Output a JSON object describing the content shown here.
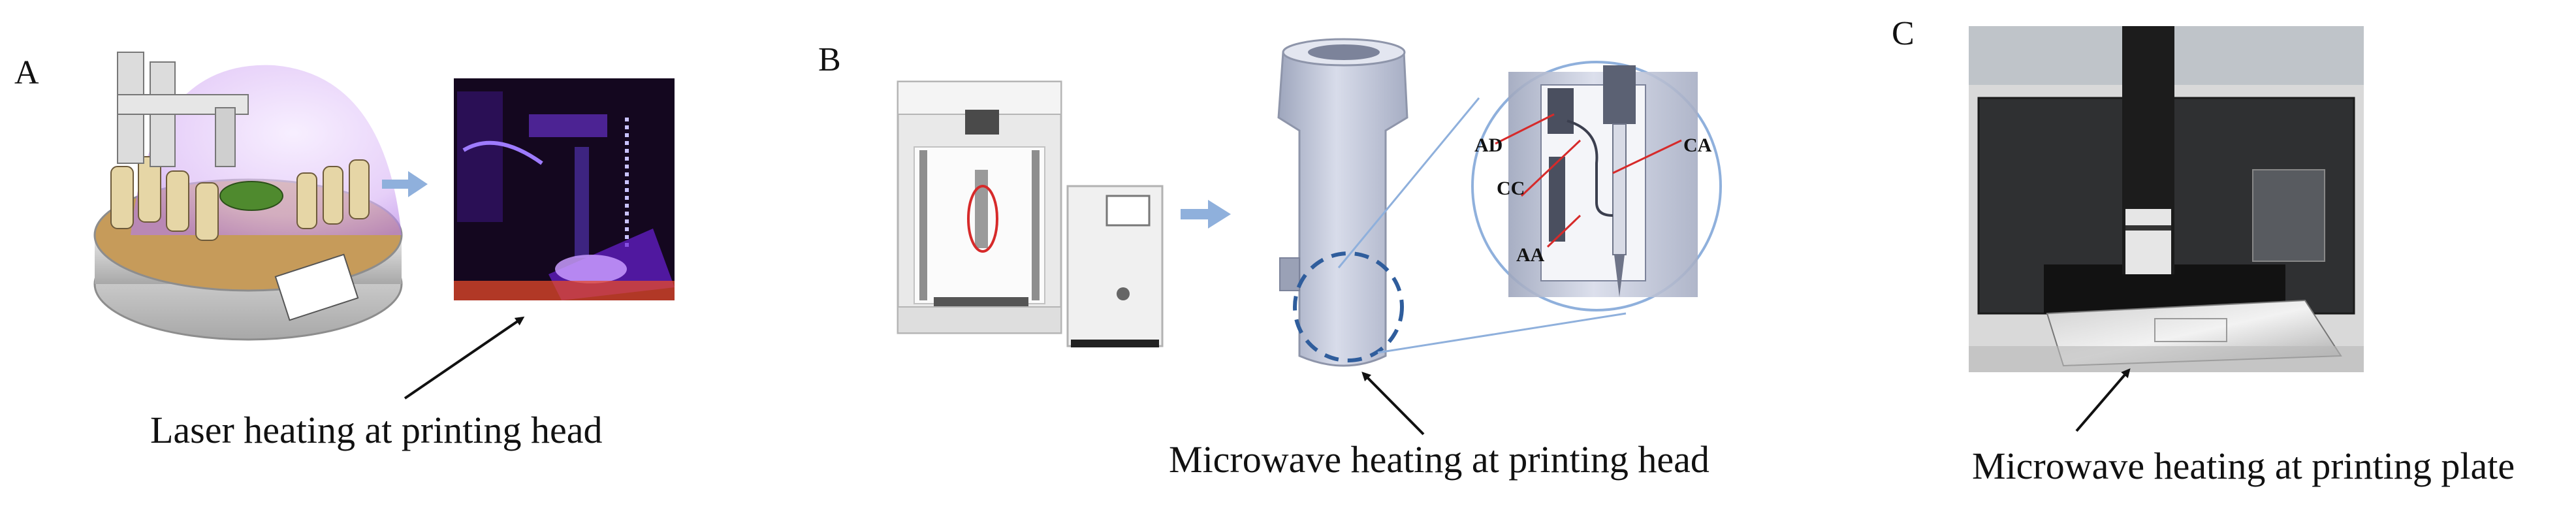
{
  "panels": [
    {
      "letter": "A",
      "caption": "Laser heating at printing head"
    },
    {
      "letter": "B",
      "caption": "Microwave heating at printing head",
      "callout_labels": [
        "AD",
        "CC",
        "CA",
        "AA"
      ]
    },
    {
      "letter": "C",
      "caption": "Microwave heating at printing plate"
    }
  ],
  "colors": {
    "flow_arrow": "#8fb0dc",
    "laser_glow": "#8a3cff",
    "dashed_circle": "#2f5d9c",
    "callout_red": "#d62a2a",
    "cylinder": "#b9bfd2"
  }
}
